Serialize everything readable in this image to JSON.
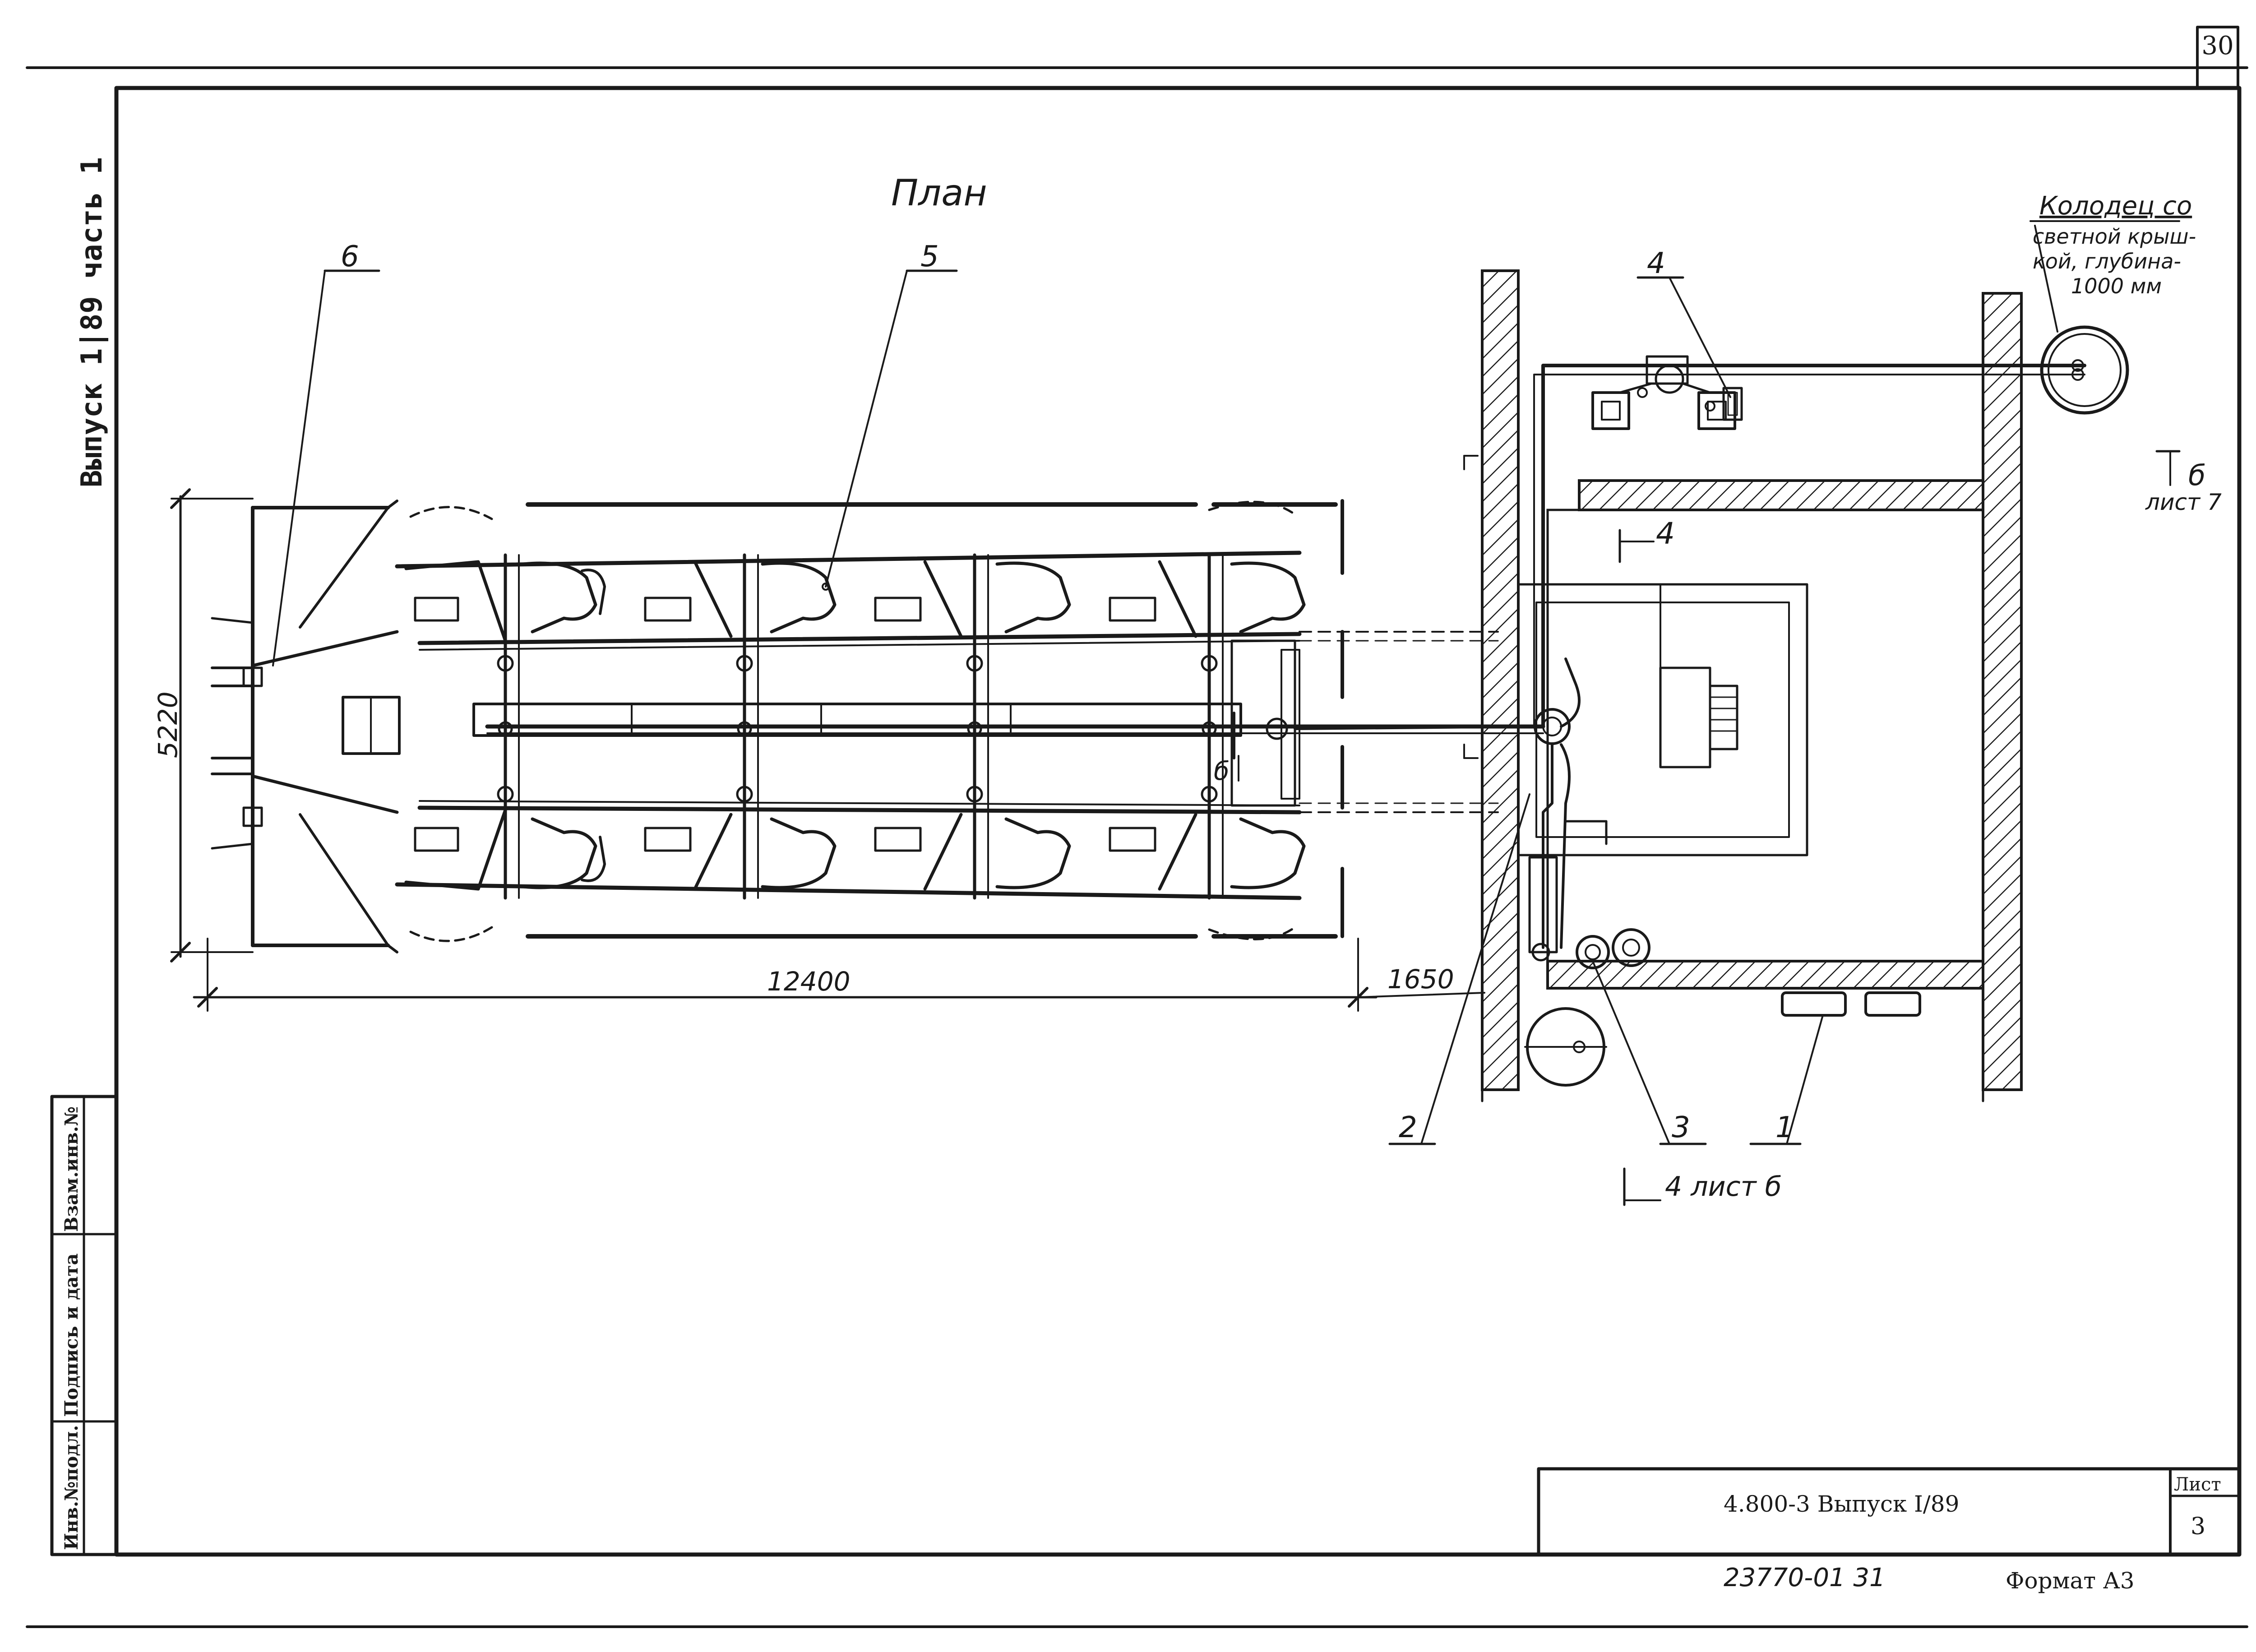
{
  "sheet_number": "30",
  "plan_title": "План",
  "side_stamp": {
    "series": "Выпуск 1|89 часть 1",
    "inv_no": "Инв.№подл.",
    "sign_date": "Подпись и дата",
    "replace_inv": "Взам.инв.№"
  },
  "callouts": [
    "1",
    "2",
    "3",
    "4",
    "5",
    "6"
  ],
  "dimensions": {
    "length": "12400",
    "width": "5220",
    "offset": "1650"
  },
  "well_note": {
    "line1": "Колодец со",
    "line2": "светной крыш-",
    "line3": "кой, глубина-",
    "line4": "1000 мм"
  },
  "section_marks": {
    "b_top_label": "б",
    "b_top_sheet": "лист 7",
    "four_top": "4",
    "four_bottom": "4 лист б",
    "b_inner": "б"
  },
  "title_block": {
    "designation": "4.800-3  Выпуск I/89",
    "sheet_label": "Лист",
    "sheet_value": "3"
  },
  "footer": {
    "archive_no": "23770-01  31",
    "format": "Формат А3"
  }
}
